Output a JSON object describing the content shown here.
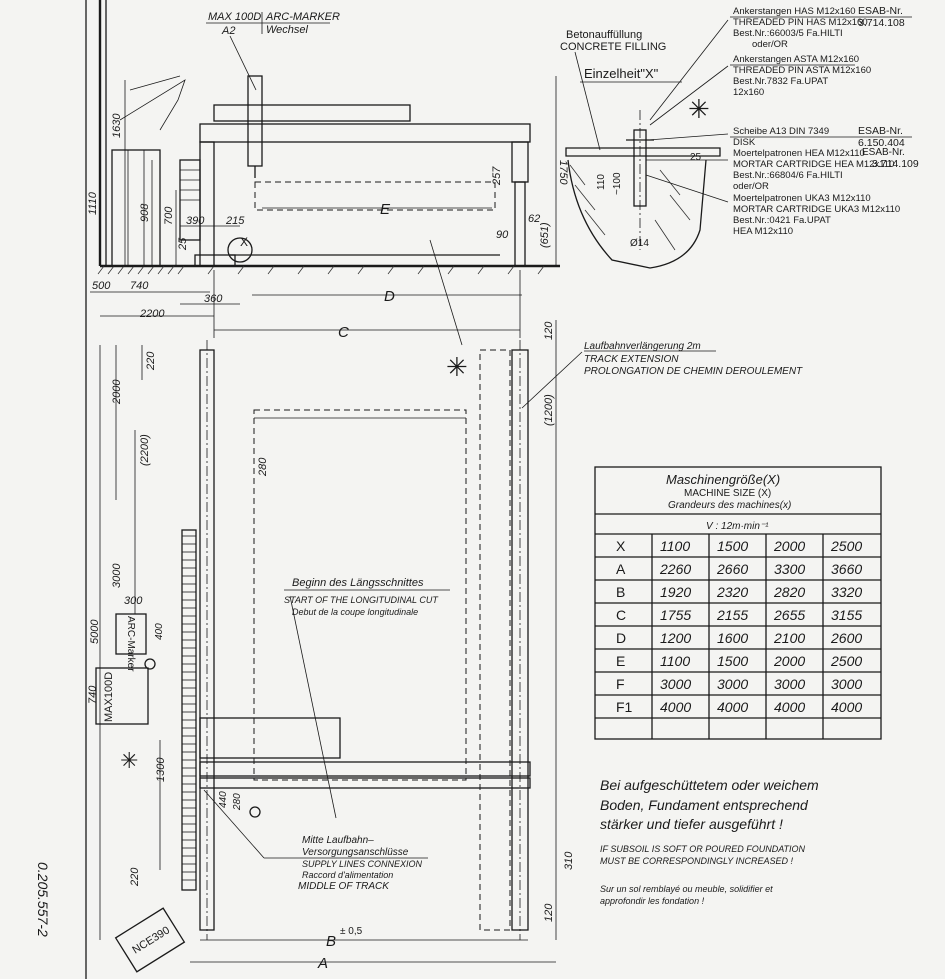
{
  "doc_number": "0.205.557-2",
  "side_view": {
    "max_label": "MAX 100D",
    "a2": "A2",
    "arc_marker": "ARC-MARKER",
    "wechsel": "Wechsel",
    "dims": {
      "d1630": "1630",
      "d1110": "1110",
      "d908": "908",
      "d700": "700",
      "d390": "390",
      "d215": "215",
      "d25": "25",
      "x": "X",
      "d500": "500",
      "d740": "740",
      "d360": "360",
      "d2200": "2200",
      "e": "E",
      "d": "D",
      "c": "C",
      "d1750": "1750",
      "d257": "257",
      "d62": "62",
      "d90": "90",
      "d651": "(651)"
    }
  },
  "detail": {
    "beton_de": "Betonauffüllung",
    "beton_en": "CONCRETE FILLING",
    "title": "Einzelheit\"X\"",
    "d25": "25",
    "d110": "110",
    "d100": "~100",
    "d14": "Ø14",
    "notes": [
      {
        "lines": [
          "Ankerstangen HAS M12x160",
          "THREADED PIN HAS M12x160",
          "Best.Nr.:66003/5 Fa.HILTI",
          "oder/OR"
        ],
        "code_label": "ESAB-Nr.",
        "code": "3.714.108"
      },
      {
        "lines": [
          "Ankerstangen ASTA M12x160",
          "THREADED PIN ASTA M12x160",
          "Best.Nr.7832 Fa.UPAT",
          "12x160"
        ],
        "code_label": "",
        "code": ""
      },
      {
        "lines": [
          "Scheibe A13 DIN 7349",
          "DISK",
          "Moertelpatronen HEA M12x110",
          "MORTAR CARTRIDGE HEA M12x110",
          "Best.Nr.:66804/6 Fa.HILTI",
          "oder/OR"
        ],
        "code_label": "ESAB-Nr.",
        "code": "6.150.404",
        "code2_label": "ESAB-Nr.",
        "code2": "3.714.109"
      },
      {
        "lines": [
          "Moertelpatronen UKA3 M12x110",
          "MORTAR CARTRIDGE UKA3 M12x110",
          "Best.Nr.:0421 Fa.UPAT",
          "HEA M12x110"
        ],
        "code_label": "",
        "code": ""
      }
    ]
  },
  "plan_view": {
    "dims": {
      "d220top": "220",
      "d2000": "2000",
      "d2200": "(2200)",
      "d280": "280",
      "d3000": "3000",
      "d5000": "5000",
      "d300": "300",
      "d400": "400",
      "d740": "740",
      "d1300": "1300",
      "d220bot": "220",
      "d440": "440",
      "d280b": "280",
      "d120top": "120",
      "d1200": "(1200)",
      "d310": "310",
      "d120bot": "120",
      "b": "B",
      "b_tol": "± 0,5",
      "a": "A"
    },
    "arc_marker_box": "ARC-Marker",
    "max_box": "MAX100D",
    "nce_box": "NCE390",
    "track_ext_de": "Laufbahnverlängerung 2m",
    "track_ext_en": "TRACK EXTENSION",
    "track_ext_fr": "PROLONGATION DE CHEMIN DEROULEMENT",
    "long_cut_de": "Beginn des Längsschnittes",
    "long_cut_en": "START OF THE LONGITUDINAL CUT",
    "long_cut_fr": "Debut de la coupe longitudinale",
    "supply_de1": "Mitte Laufbahn–",
    "supply_de2": "Versorgungsanschlüsse",
    "supply_en": "SUPPLY LINES CONNEXION",
    "supply_fr": "Raccord d'alimentation",
    "supply_en2": "MIDDLE OF TRACK"
  },
  "table": {
    "title_de": "Maschinengröße(X)",
    "title_en": "MACHINE SIZE (X)",
    "title_fr": "Grandeurs des machines(x)",
    "speed": "V : 12m·min⁻¹",
    "rows": [
      {
        "label": "X",
        "values": [
          "1100",
          "1500",
          "2000",
          "2500"
        ]
      },
      {
        "label": "A",
        "values": [
          "2260",
          "2660",
          "3300",
          "3660"
        ]
      },
      {
        "label": "B",
        "values": [
          "1920",
          "2320",
          "2820",
          "3320"
        ]
      },
      {
        "label": "C",
        "values": [
          "1755",
          "2155",
          "2655",
          "3155"
        ]
      },
      {
        "label": "D",
        "values": [
          "1200",
          "1600",
          "2100",
          "2600"
        ]
      },
      {
        "label": "E",
        "values": [
          "1100",
          "1500",
          "2000",
          "2500"
        ]
      },
      {
        "label": "F",
        "values": [
          "3000",
          "3000",
          "3000",
          "3000"
        ]
      },
      {
        "label": "F1",
        "values": [
          "4000",
          "4000",
          "4000",
          "4000"
        ]
      }
    ]
  },
  "foundation_note": {
    "de1": "Bei aufgeschüttetem oder weichem",
    "de2": "Boden, Fundament entsprechend",
    "de3": "stärker und tiefer ausgeführt !",
    "en1": "IF SUBSOIL IS SOFT OR POURED FOUNDATION",
    "en2": "MUST BE CORRESPONDINGLY INCREASED !",
    "fr1": "Sur un sol remblayé ou meuble, solidifier et",
    "fr2": "approfondir les fondation !"
  }
}
